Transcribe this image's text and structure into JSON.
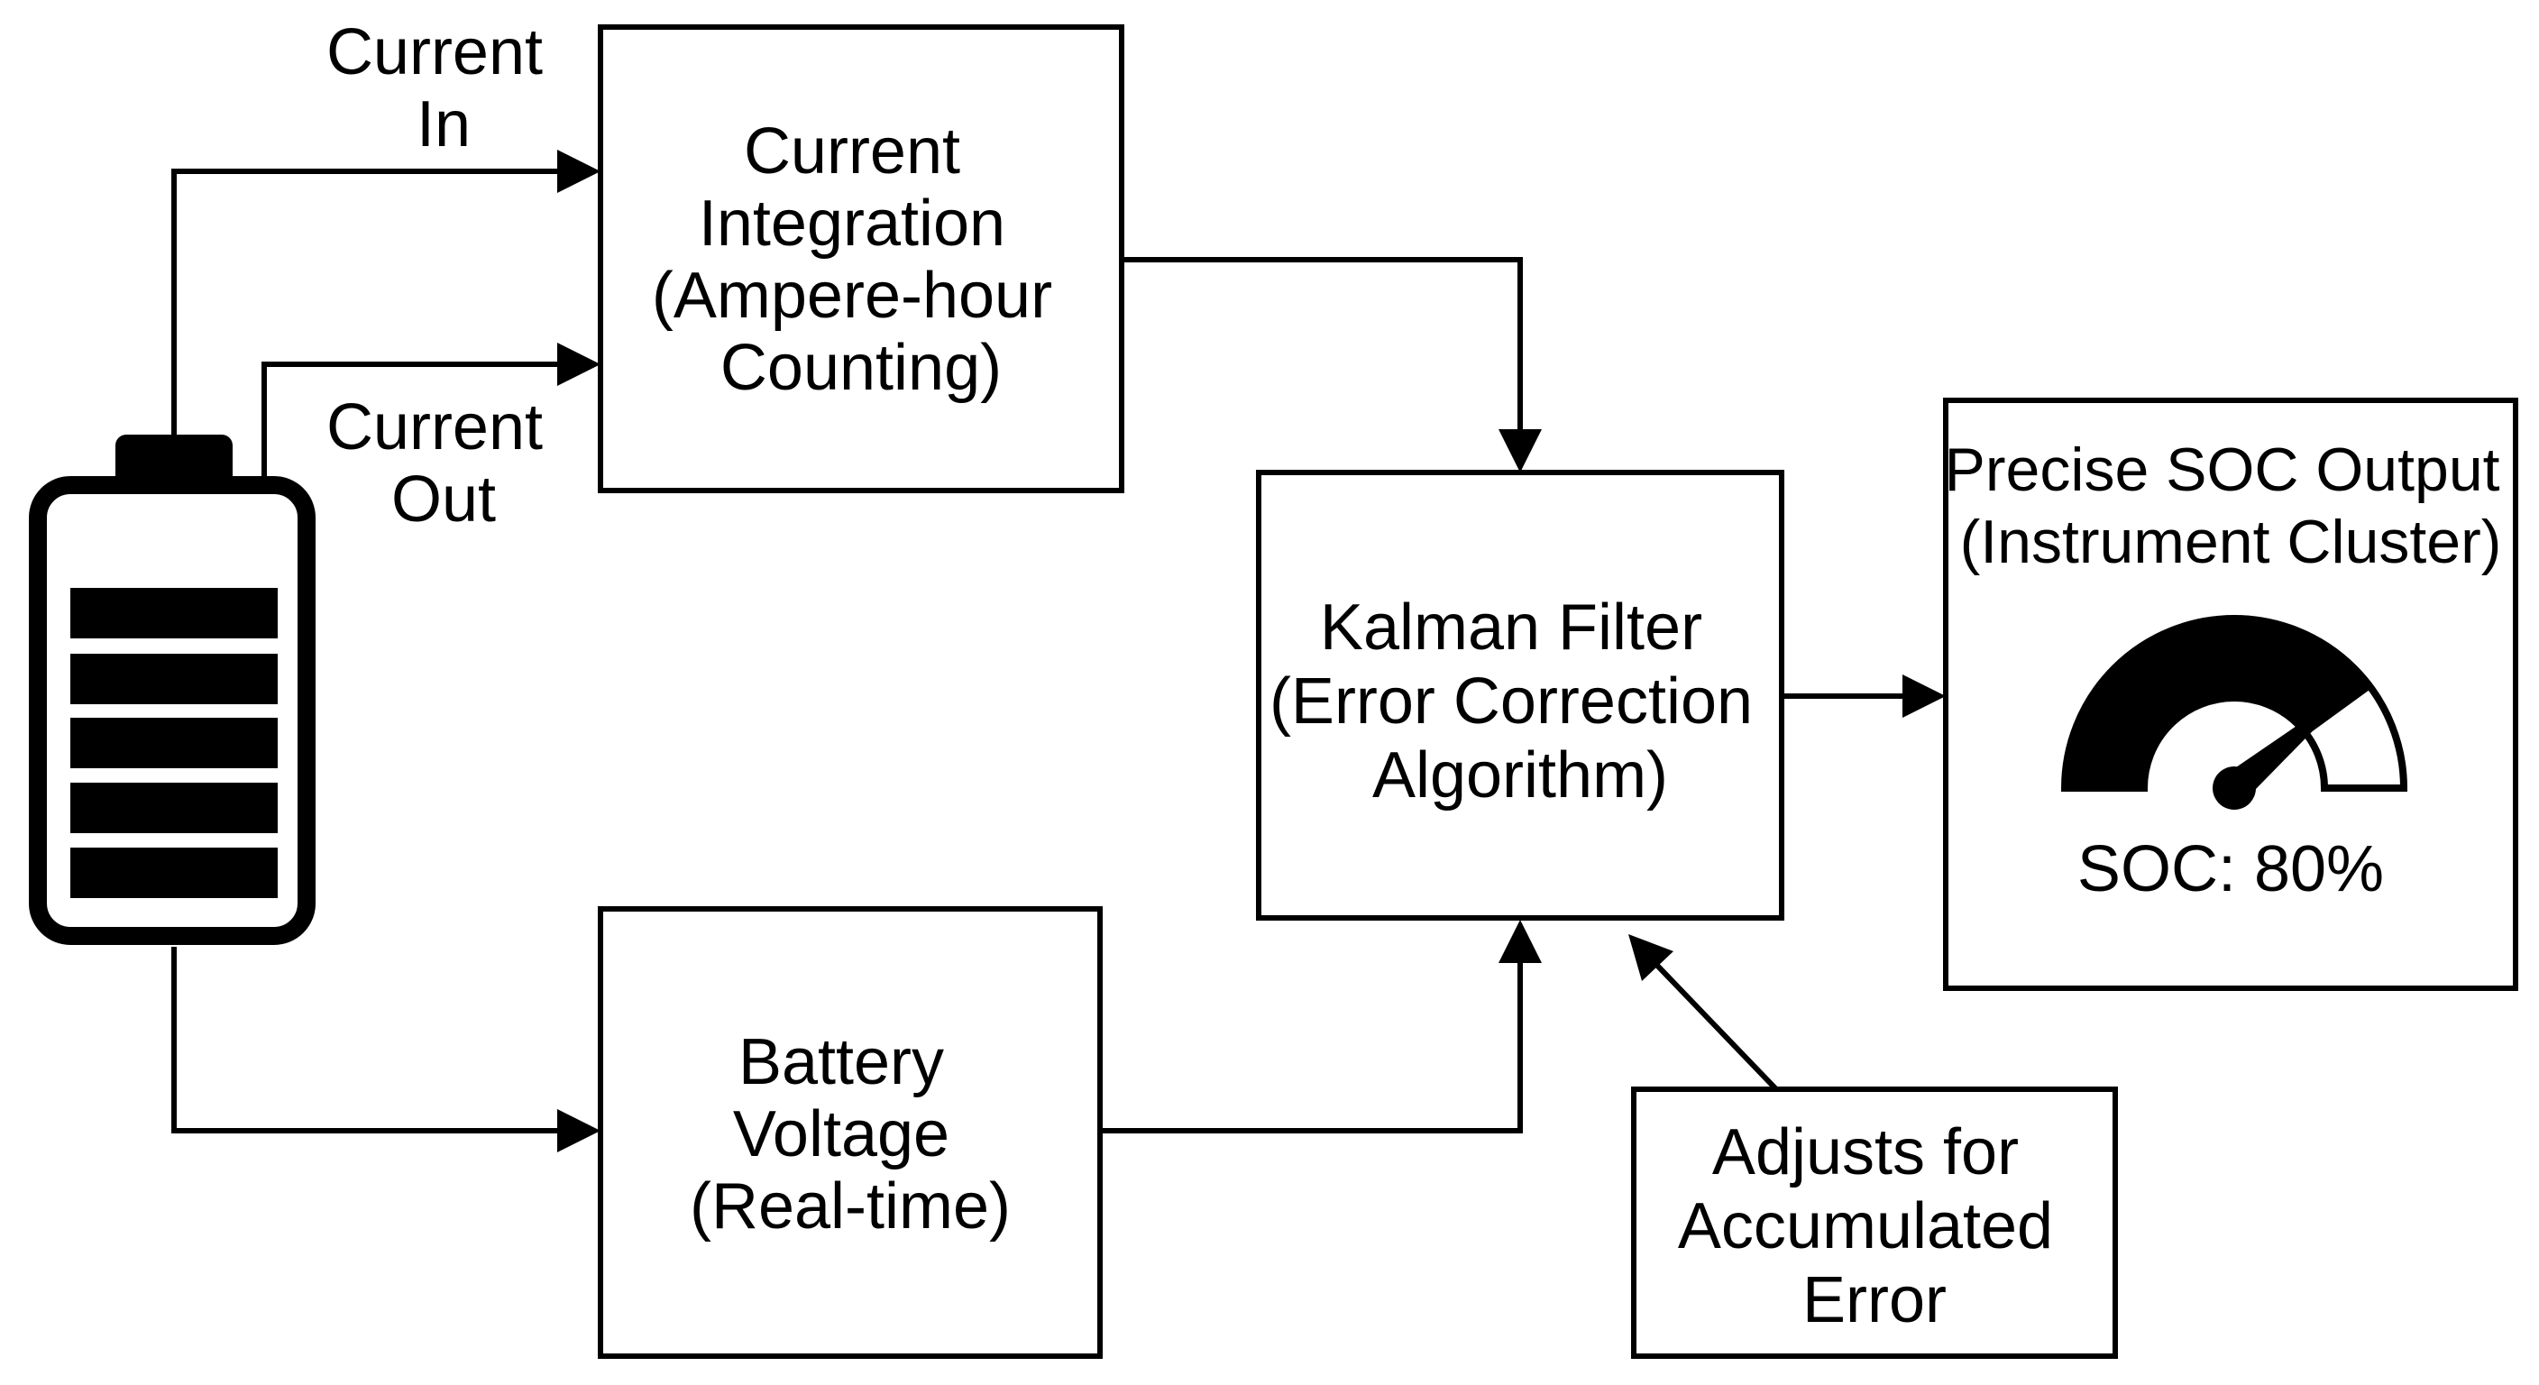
{
  "colors": {
    "stroke": "#000000",
    "background": "#ffffff"
  },
  "icons": {
    "battery": "battery-icon",
    "gauge": "gauge-icon"
  },
  "edges": {
    "current_in": {
      "line1": "Current",
      "line2": "In"
    },
    "current_out": {
      "line1": "Current",
      "line2": "Out"
    }
  },
  "boxes": {
    "current_integration": {
      "lines": [
        "Current",
        "Integration",
        "(Ampere-hour",
        "Counting)"
      ]
    },
    "battery_voltage": {
      "lines": [
        "Battery",
        "Voltage",
        "(Real-time)"
      ]
    },
    "kalman_filter": {
      "lines": [
        "Kalman Filter",
        "(Error Correction",
        "Algorithm)"
      ]
    },
    "accumulated_error": {
      "lines": [
        "Adjusts for",
        "Accumulated",
        "Error"
      ]
    },
    "soc_output": {
      "lines": [
        "Precise SOC Output",
        "(Instrument Cluster)"
      ],
      "value_text": "SOC: 80%",
      "level_percent": 80
    }
  }
}
